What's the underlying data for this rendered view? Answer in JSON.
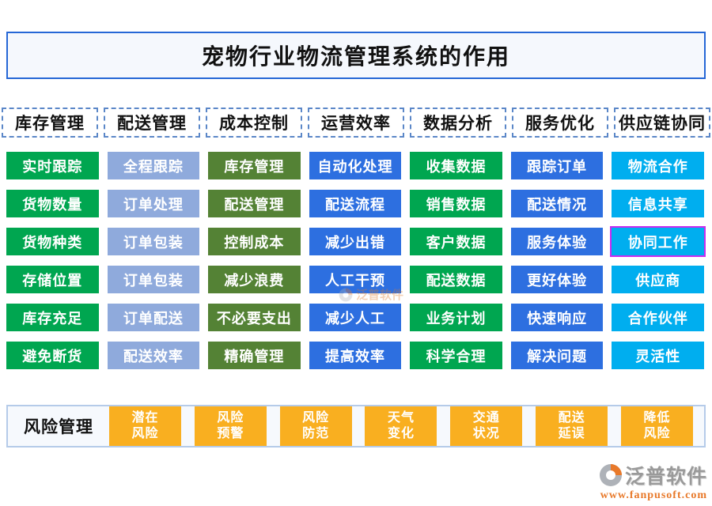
{
  "page": {
    "title": "宠物行业物流管理系统的作用"
  },
  "categories": [
    "库存管理",
    "配送管理",
    "成本控制",
    "运营效率",
    "数据分析",
    "服务优化",
    "供应链协同"
  ],
  "columns": [
    {
      "category": "库存管理",
      "color": "#00A650",
      "cells": [
        "实时跟踪",
        "货物数量",
        "货物种类",
        "存储位置",
        "库存充足",
        "避免断货"
      ]
    },
    {
      "category": "配送管理",
      "color": "#8FAADC",
      "cells": [
        "全程跟踪",
        "订单处理",
        "订单包装",
        "订单包装",
        "订单配送",
        "配送效率"
      ]
    },
    {
      "category": "成本控制",
      "color": "#548235",
      "cells": [
        "库存管理",
        "配送管理",
        "控制成本",
        "减少浪费",
        "不必要支出",
        "精确管理"
      ]
    },
    {
      "category": "运营效率",
      "color": "#2D6FE0",
      "cells": [
        "自动化处理",
        "配送流程",
        "减少出错",
        "人工干预",
        "减少人工",
        "提高效率"
      ]
    },
    {
      "category": "数据分析",
      "color": "#00A650",
      "cells": [
        "收集数据",
        "销售数据",
        "客户数据",
        "配送数据",
        "业务计划",
        "科学合理"
      ]
    },
    {
      "category": "服务优化",
      "color": "#2D6FE0",
      "cells": [
        "跟踪订单",
        "配送情况",
        "服务体验",
        "更好体验",
        "快速响应",
        "解决问题"
      ]
    },
    {
      "category": "供应链协同",
      "color": "#00AEEF",
      "cells": [
        "物流合作",
        "信息共享",
        "协同工作",
        "供应商",
        "合作伙伴",
        "灵活性"
      ],
      "highlight": {
        "row": 2,
        "border_color": "#C92BF0"
      }
    }
  ],
  "risk": {
    "label": "风险管理",
    "cell_color": "#F9AF20",
    "cells": [
      [
        "潜在",
        "风险"
      ],
      [
        "风险",
        "预警"
      ],
      [
        "风险",
        "防范"
      ],
      [
        "天气",
        "变化"
      ],
      [
        "交通",
        "状况"
      ],
      [
        "配送",
        "延误"
      ],
      [
        "降低",
        "风险"
      ]
    ]
  },
  "watermark": {
    "brand": "泛普软件",
    "url": "www.fanpusoft.com"
  },
  "colors": {
    "title_border": "#2567D6",
    "title_bg": "#F5F8FD",
    "category_dashed_border": "#5B87C8",
    "risk_strip_border": "#B5CBE9",
    "risk_strip_bg": "#F6F9FD"
  }
}
